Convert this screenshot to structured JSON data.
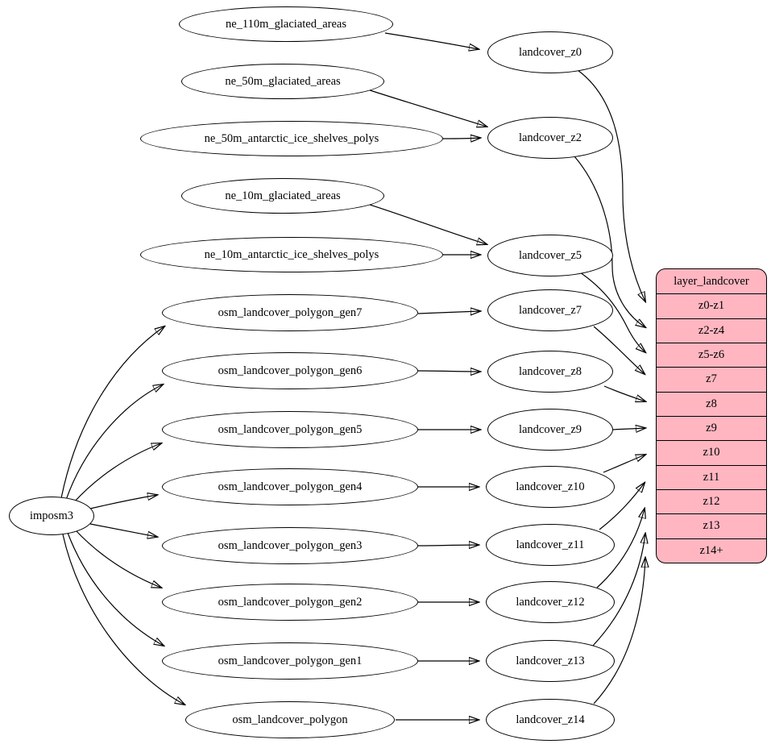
{
  "colors": {
    "background": "#ffffff",
    "node_fill": "#ffffff",
    "node_stroke": "#000000",
    "table_fill": "#ffb6c1",
    "edge_stroke": "#000000"
  },
  "nodes": [
    {
      "id": "ne_110m_glaciated_areas",
      "label": "ne_110m_glaciated_areas"
    },
    {
      "id": "ne_50m_glaciated_areas",
      "label": "ne_50m_glaciated_areas"
    },
    {
      "id": "ne_50m_antarctic_ice_shelves_polys",
      "label": "ne_50m_antarctic_ice_shelves_polys"
    },
    {
      "id": "ne_10m_glaciated_areas",
      "label": "ne_10m_glaciated_areas"
    },
    {
      "id": "ne_10m_antarctic_ice_shelves_polys",
      "label": "ne_10m_antarctic_ice_shelves_polys"
    },
    {
      "id": "osm_landcover_polygon_gen7",
      "label": "osm_landcover_polygon_gen7"
    },
    {
      "id": "osm_landcover_polygon_gen6",
      "label": "osm_landcover_polygon_gen6"
    },
    {
      "id": "osm_landcover_polygon_gen5",
      "label": "osm_landcover_polygon_gen5"
    },
    {
      "id": "osm_landcover_polygon_gen4",
      "label": "osm_landcover_polygon_gen4"
    },
    {
      "id": "osm_landcover_polygon_gen3",
      "label": "osm_landcover_polygon_gen3"
    },
    {
      "id": "osm_landcover_polygon_gen2",
      "label": "osm_landcover_polygon_gen2"
    },
    {
      "id": "osm_landcover_polygon_gen1",
      "label": "osm_landcover_polygon_gen1"
    },
    {
      "id": "osm_landcover_polygon",
      "label": "osm_landcover_polygon"
    },
    {
      "id": "imposm3",
      "label": "imposm3"
    },
    {
      "id": "landcover_z0",
      "label": "landcover_z0"
    },
    {
      "id": "landcover_z2",
      "label": "landcover_z2"
    },
    {
      "id": "landcover_z5",
      "label": "landcover_z5"
    },
    {
      "id": "landcover_z7",
      "label": "landcover_z7"
    },
    {
      "id": "landcover_z8",
      "label": "landcover_z8"
    },
    {
      "id": "landcover_z9",
      "label": "landcover_z9"
    },
    {
      "id": "landcover_z10",
      "label": "landcover_z10"
    },
    {
      "id": "landcover_z11",
      "label": "landcover_z11"
    },
    {
      "id": "landcover_z12",
      "label": "landcover_z12"
    },
    {
      "id": "landcover_z13",
      "label": "landcover_z13"
    },
    {
      "id": "landcover_z14",
      "label": "landcover_z14"
    }
  ],
  "table": {
    "header": "layer_landcover",
    "rows": [
      "z0-z1",
      "z2-z4",
      "z5-z6",
      "z7",
      "z8",
      "z9",
      "z10",
      "z11",
      "z12",
      "z13",
      "z14+"
    ]
  },
  "edges": [
    {
      "from": "ne_110m_glaciated_areas",
      "to": "landcover_z0"
    },
    {
      "from": "ne_50m_glaciated_areas",
      "to": "landcover_z2"
    },
    {
      "from": "ne_50m_antarctic_ice_shelves_polys",
      "to": "landcover_z2"
    },
    {
      "from": "ne_10m_glaciated_areas",
      "to": "landcover_z5"
    },
    {
      "from": "ne_10m_antarctic_ice_shelves_polys",
      "to": "landcover_z5"
    },
    {
      "from": "osm_landcover_polygon_gen7",
      "to": "landcover_z7"
    },
    {
      "from": "osm_landcover_polygon_gen6",
      "to": "landcover_z8"
    },
    {
      "from": "osm_landcover_polygon_gen5",
      "to": "landcover_z9"
    },
    {
      "from": "osm_landcover_polygon_gen4",
      "to": "landcover_z10"
    },
    {
      "from": "osm_landcover_polygon_gen3",
      "to": "landcover_z11"
    },
    {
      "from": "osm_landcover_polygon_gen2",
      "to": "landcover_z12"
    },
    {
      "from": "osm_landcover_polygon_gen1",
      "to": "landcover_z13"
    },
    {
      "from": "osm_landcover_polygon",
      "to": "landcover_z14"
    },
    {
      "from": "imposm3",
      "to": "osm_landcover_polygon_gen7"
    },
    {
      "from": "imposm3",
      "to": "osm_landcover_polygon_gen6"
    },
    {
      "from": "imposm3",
      "to": "osm_landcover_polygon_gen5"
    },
    {
      "from": "imposm3",
      "to": "osm_landcover_polygon_gen4"
    },
    {
      "from": "imposm3",
      "to": "osm_landcover_polygon_gen3"
    },
    {
      "from": "imposm3",
      "to": "osm_landcover_polygon_gen2"
    },
    {
      "from": "imposm3",
      "to": "osm_landcover_polygon_gen1"
    },
    {
      "from": "imposm3",
      "to": "osm_landcover_polygon"
    },
    {
      "from": "landcover_z0",
      "to": "layer_landcover.z0-z1"
    },
    {
      "from": "landcover_z2",
      "to": "layer_landcover.z2-z4"
    },
    {
      "from": "landcover_z5",
      "to": "layer_landcover.z5-z6"
    },
    {
      "from": "landcover_z7",
      "to": "layer_landcover.z7"
    },
    {
      "from": "landcover_z8",
      "to": "layer_landcover.z8"
    },
    {
      "from": "landcover_z9",
      "to": "layer_landcover.z9"
    },
    {
      "from": "landcover_z10",
      "to": "layer_landcover.z10"
    },
    {
      "from": "landcover_z11",
      "to": "layer_landcover.z11"
    },
    {
      "from": "landcover_z12",
      "to": "layer_landcover.z12"
    },
    {
      "from": "landcover_z13",
      "to": "layer_landcover.z13"
    },
    {
      "from": "landcover_z14",
      "to": "layer_landcover.z14+"
    }
  ]
}
